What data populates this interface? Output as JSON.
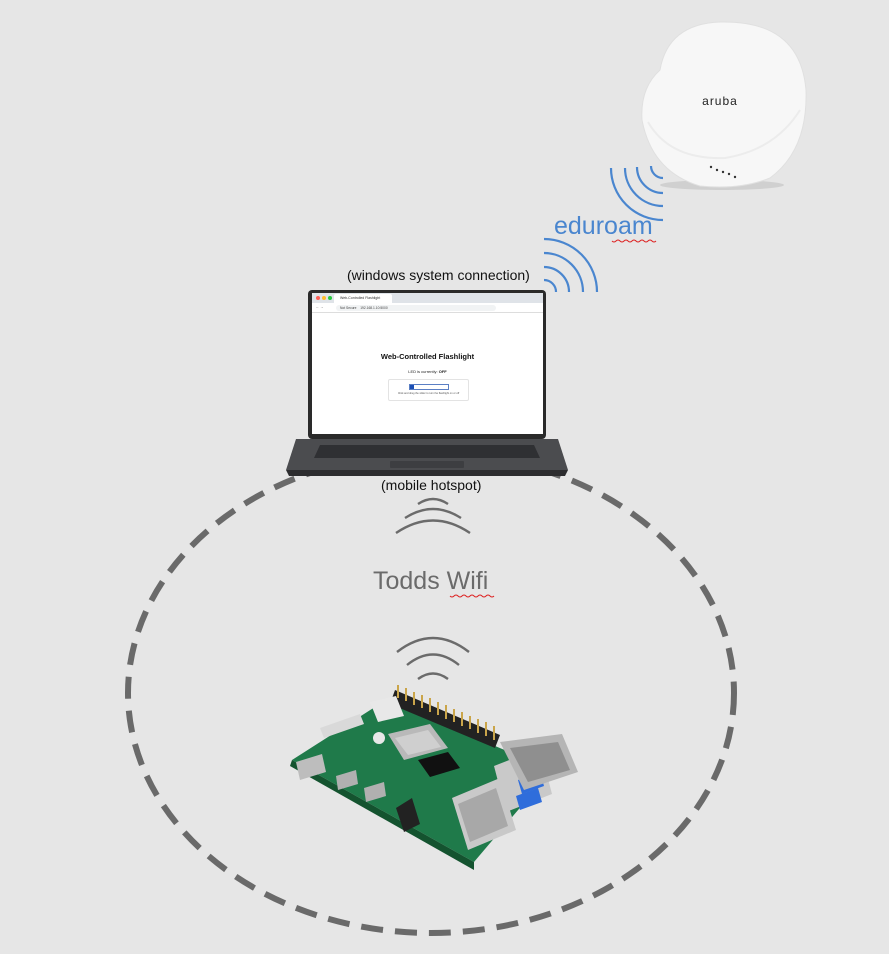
{
  "labels": {
    "windows_connection": "(windows system connection)",
    "mobile_hotspot": "(mobile hotspot)",
    "eduroam": "eduroam",
    "todds_wifi": "Todds Wifi"
  },
  "access_point": {
    "brand": "aruba"
  },
  "laptop_browser": {
    "tab_title": "Web-Controlled Flashlight",
    "url_prefix": "Not Secure",
    "url": "192.168.1.10:5000",
    "page_title": "Web-Controlled Flashlight",
    "status_prefix": "LED is currently:",
    "status_value": "OFF",
    "slider_level": 0.1,
    "hint": "Click and drag the slider to turn the flashlight on or off"
  },
  "colors": {
    "background": "#e6e6e6",
    "eduroam_blue": "#4a86cf",
    "hotspot_gray": "#6b6b6b",
    "dashed_boundary": "#6a6a6a",
    "squiggle_red": "#d22"
  }
}
